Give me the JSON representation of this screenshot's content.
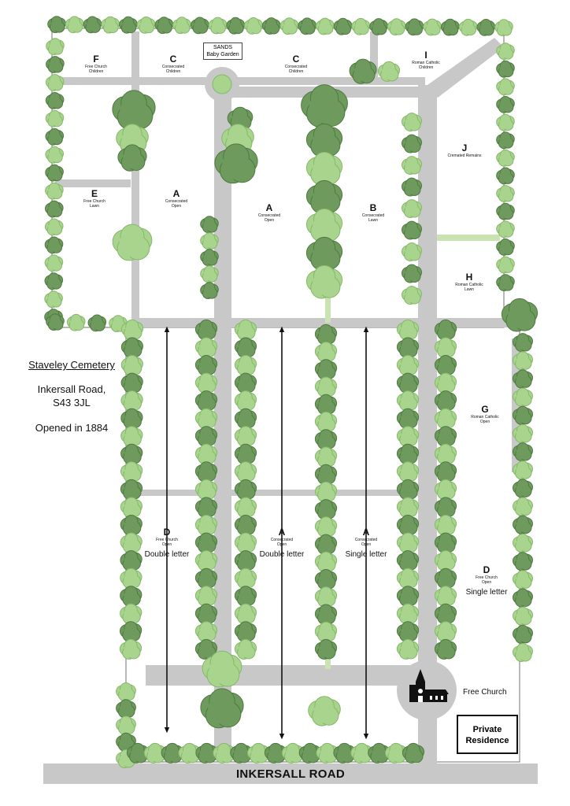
{
  "info": {
    "title": "Staveley Cemetery",
    "address_line1": "Inkersall Road,",
    "address_line2": "S43 3JL",
    "opened": "Opened in 1884"
  },
  "sands": {
    "line1": "SANDS",
    "line2": "Baby Garden"
  },
  "sections": [
    {
      "letter": "F",
      "sub": [
        "Free Church",
        "Children"
      ],
      "note": ""
    },
    {
      "letter": "C",
      "sub": [
        "Consecrated",
        "Children"
      ],
      "note": ""
    },
    {
      "letter": "C",
      "sub": [
        "Consecrated",
        "Children"
      ],
      "note": ""
    },
    {
      "letter": "I",
      "sub": [
        "Roman Catholic",
        "Children"
      ],
      "note": ""
    },
    {
      "letter": "J",
      "sub": [
        "Cremated Remains"
      ],
      "note": ""
    },
    {
      "letter": "E",
      "sub": [
        "Free Church",
        "Lawn"
      ],
      "note": ""
    },
    {
      "letter": "A",
      "sub": [
        "Consecrated",
        "Open"
      ],
      "note": ""
    },
    {
      "letter": "A",
      "sub": [
        "Consecrated",
        "Open"
      ],
      "note": ""
    },
    {
      "letter": "B",
      "sub": [
        "Consecrated",
        "Lawn"
      ],
      "note": ""
    },
    {
      "letter": "H",
      "sub": [
        "Roman Catholic",
        "Lawn"
      ],
      "note": ""
    },
    {
      "letter": "G",
      "sub": [
        "Roman Catholic",
        "Open"
      ],
      "note": ""
    },
    {
      "letter": "D",
      "sub": [
        "Free Church",
        "Open"
      ],
      "note": "Double letter"
    },
    {
      "letter": "A",
      "sub": [
        "Consecrated",
        "Open"
      ],
      "note": "Double letter"
    },
    {
      "letter": "A",
      "sub": [
        "Consecrated",
        "Open"
      ],
      "note": "Single letter"
    },
    {
      "letter": "D",
      "sub": [
        "Free Church",
        "Open"
      ],
      "note": "Single letter"
    }
  ],
  "free_church_label": "Free Church",
  "private_residence": {
    "line1": "Private",
    "line2": "Residence"
  },
  "road_name": "INKERSALL ROAD",
  "colors": {
    "path": "#c8c8c8",
    "tree_dark": "#6f9a5e",
    "tree_dark_edge": "#4f7a41",
    "tree_light": "#a8d48d",
    "tree_light_edge": "#86b86a",
    "hedge_light": "#c9e3b3",
    "church": "#111111",
    "border": "#8a8a8a"
  },
  "icons": {
    "church": "church-icon",
    "tree": "tree-icon",
    "arrow": "double-arrow-icon"
  }
}
